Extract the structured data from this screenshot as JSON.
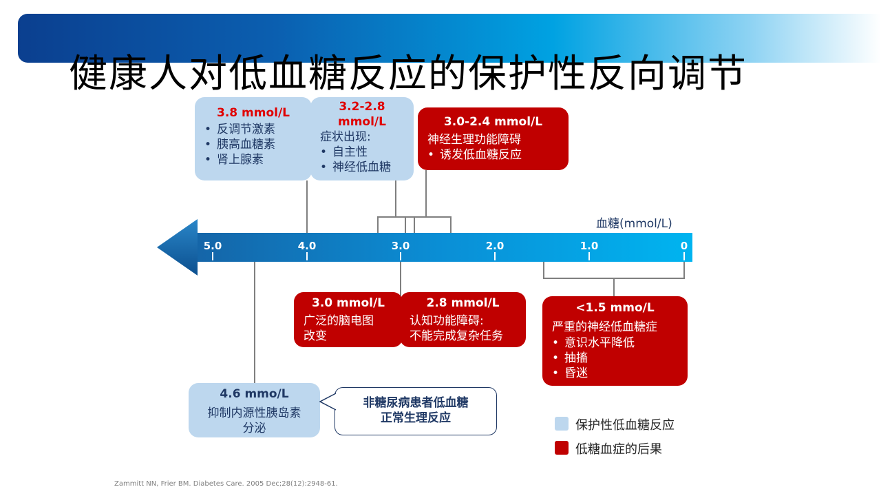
{
  "title": "健康人对低血糖反应的保护性反向调节",
  "axis": {
    "unit_label": "血糖(mmol/L)",
    "ticks": [
      {
        "label": "5.0",
        "value": 5.0
      },
      {
        "label": "4.0",
        "value": 4.0
      },
      {
        "label": "3.0",
        "value": 3.0
      },
      {
        "label": "2.0",
        "value": 2.0
      },
      {
        "label": "1.0",
        "value": 1.0
      },
      {
        "label": "0",
        "value": 0
      }
    ]
  },
  "boxes": {
    "b38": {
      "head": "3.8 mmol/L",
      "items": [
        "反调节激素",
        "胰高血糖素",
        "肾上腺素"
      ]
    },
    "b3228": {
      "head_line1": "3.2-2.8",
      "head_line2": "mmol/L",
      "subtitle": "症状出现:",
      "items": [
        "自主性",
        "神经低血糖"
      ]
    },
    "b3024": {
      "head": "3.0-2.4 mmol/L",
      "subtitle": "神经生理功能障碍",
      "items": [
        "诱发低血糖反应"
      ]
    },
    "b30": {
      "head": "3.0 mmol/L",
      "line1": "广泛的脑电图",
      "line2": "改变"
    },
    "b28": {
      "head": "2.8 mmol/L",
      "line1": "认知功能障碍:",
      "line2": "不能完成复杂任务"
    },
    "b15": {
      "head": "<1.5 mmo/L",
      "subtitle": "严重的神经低血糖症",
      "items": [
        "意识水平降低",
        "抽搐",
        "昏迷"
      ]
    },
    "b46": {
      "head": "4.6 mmo/L",
      "line1": "抑制内源性胰岛素",
      "line2": "分泌"
    }
  },
  "callout": {
    "line1": "非糖尿病患者低血糖",
    "line2": "正常生理反应"
  },
  "legend": [
    {
      "label": "保护性低血糖反应",
      "color": "#bdd7ee"
    },
    {
      "label": "低糖血症的后果",
      "color": "#c00000"
    }
  ],
  "citation": "Zammitt NN, Frier BM. Diabetes Care. 2005 Dec;28(12):2948-61.",
  "colors": {
    "protective": "#bdd7ee",
    "consequence": "#c00000",
    "text_navy": "#1f3864",
    "connector": "#7f7f7f"
  }
}
